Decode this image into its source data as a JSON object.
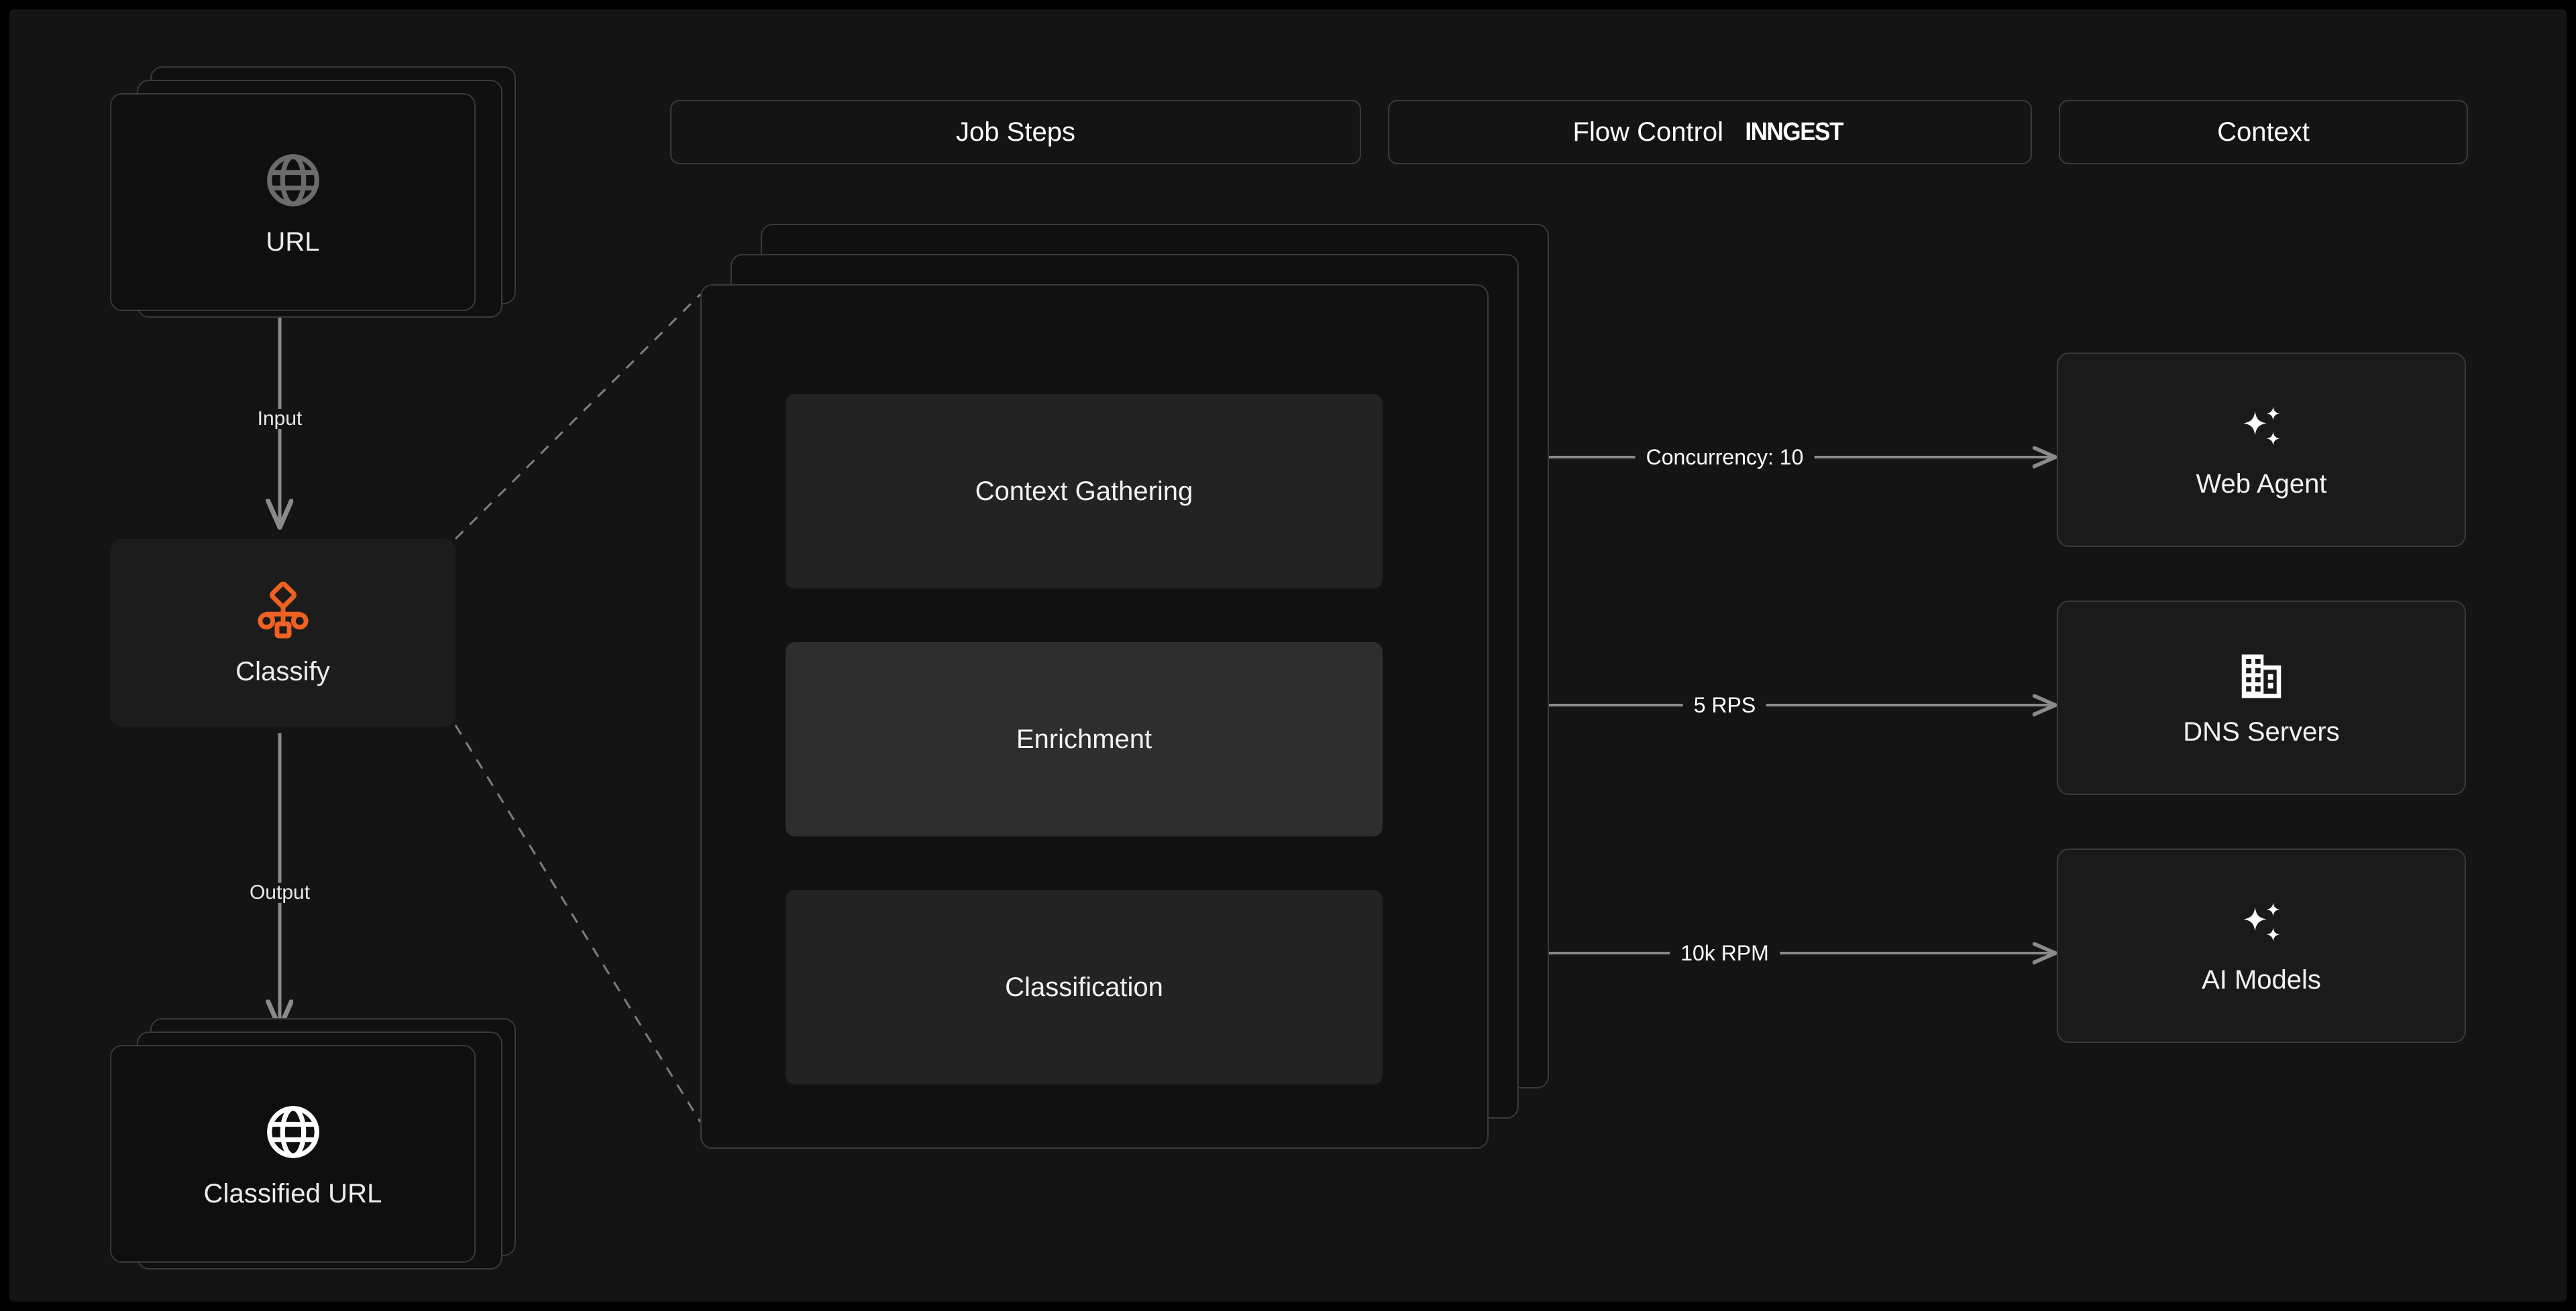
{
  "theme": {
    "background": "#141414",
    "page_background": "#000000",
    "card_border": "#3a3a3a",
    "card_fill": "#121212",
    "step_fill": "#232323",
    "step_fill_highlight": "#2e2e2e",
    "accent_orange": "#ef6123",
    "text_primary": "#ffffff",
    "text_muted": "#6b6b6b",
    "connector": "#8a8a8a"
  },
  "header": {
    "tabs": [
      {
        "label": "Job Steps",
        "brand": ""
      },
      {
        "label": "Flow Control",
        "brand": "INNGEST"
      },
      {
        "label": "Context",
        "brand": ""
      }
    ]
  },
  "pipeline": {
    "input_node": {
      "label": "URL",
      "icon": "globe-icon",
      "icon_color": "#6b6b6b",
      "stacked": true
    },
    "input_edge_label": "Input",
    "process_node": {
      "label": "Classify",
      "icon": "classify-tree-icon",
      "icon_color": "#ef6123"
    },
    "output_edge_label": "Output",
    "output_node": {
      "label": "Classified URL",
      "icon": "globe-icon",
      "icon_color": "#ffffff",
      "stacked": true
    }
  },
  "job_steps": {
    "stack_count": 3,
    "steps": [
      {
        "label": "Context Gathering",
        "highlighted": false
      },
      {
        "label": "Enrichment",
        "highlighted": true
      },
      {
        "label": "Classification",
        "highlighted": false
      }
    ]
  },
  "flow_control": {
    "connectors": [
      {
        "label": "Concurrency: 10"
      },
      {
        "label": "5 RPS"
      },
      {
        "label": "10k RPM"
      }
    ]
  },
  "context": {
    "cards": [
      {
        "label": "Web Agent",
        "icon": "sparkles-icon"
      },
      {
        "label": "DNS Servers",
        "icon": "building-icon"
      },
      {
        "label": "AI Models",
        "icon": "sparkles-icon"
      }
    ]
  }
}
